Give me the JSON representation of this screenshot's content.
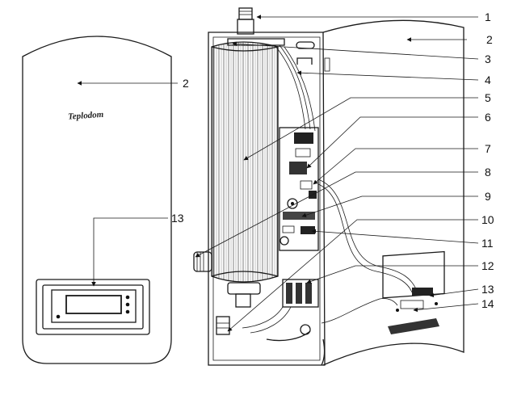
{
  "brand_logo": "Teplodom",
  "callouts": {
    "c1": "1",
    "c2_right": "2",
    "c2_left": "2",
    "c3": "3",
    "c4": "4",
    "c5": "5",
    "c6": "6",
    "c7": "7",
    "c8": "8",
    "c9": "9",
    "c10": "10",
    "c11": "11",
    "c12": "12",
    "c13_left": "13",
    "c13_right": "13",
    "c14": "14"
  }
}
